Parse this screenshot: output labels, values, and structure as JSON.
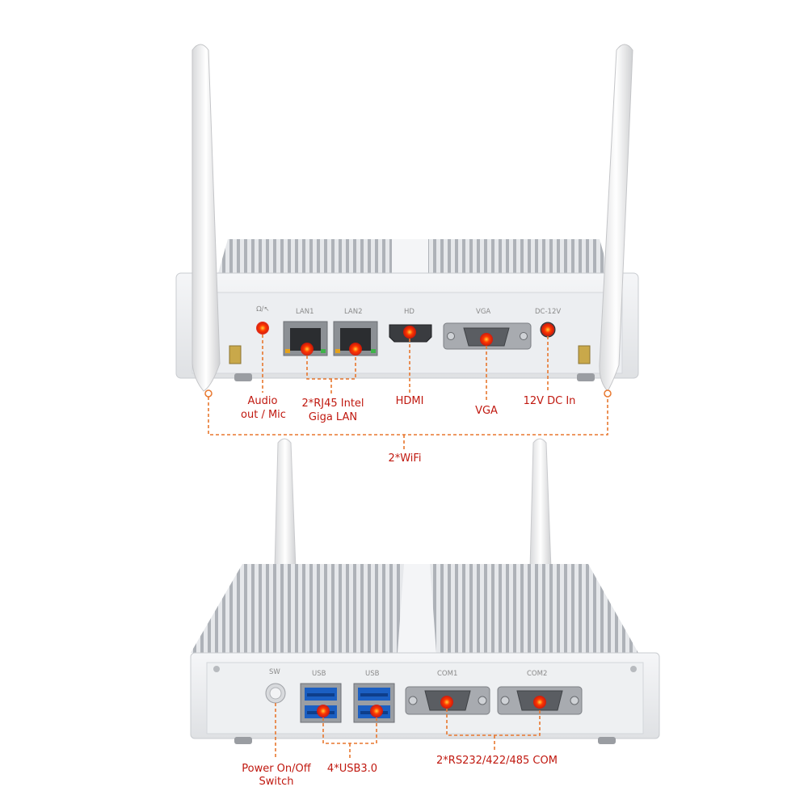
{
  "top_unit": {
    "port_labels": {
      "audio": "Ω/↖",
      "lan1": "LAN1",
      "lan2": "LAN2",
      "hd": "HD",
      "vga": "VGA",
      "dc": "DC-12V"
    },
    "callouts": {
      "audio_line1": "Audio",
      "audio_line2": "out / Mic",
      "lan_line1": "2*RJ45 Intel",
      "lan_line2": "Giga LAN",
      "hdmi": "HDMI",
      "vga": "VGA",
      "dc": "12V DC In",
      "wifi": "2*WiFi"
    }
  },
  "bottom_unit": {
    "port_labels": {
      "sw": "SW",
      "usb1": "USB",
      "usb2": "USB",
      "com1": "COM1",
      "com2": "COM2"
    },
    "callouts": {
      "power_line1": "Power On/Off",
      "power_line2": "Switch",
      "usb": "4*USB3.0",
      "com": "2*RS232/422/485 COM"
    }
  },
  "colors": {
    "callout_text": "#c0180f",
    "leader_line": "#e8772e",
    "highlight_dot": "#ff2a00",
    "chassis": "#e9ebee"
  }
}
